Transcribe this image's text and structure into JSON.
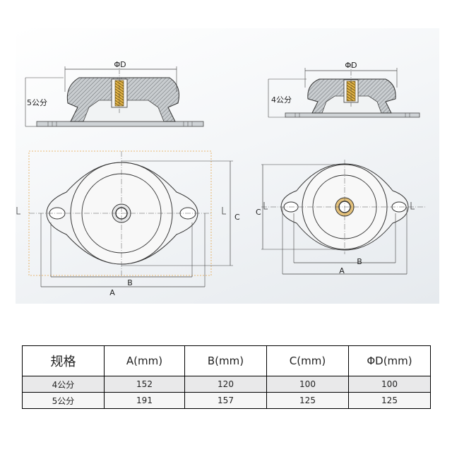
{
  "diagram": {
    "side_view_large": {
      "height_label": "5公分",
      "diameter_label": "ΦD"
    },
    "side_view_small": {
      "height_label": "4公分",
      "diameter_label": "ΦD"
    },
    "top_view_large": {
      "label_a": "A",
      "label_b": "B",
      "label_c": "C"
    },
    "top_view_small": {
      "label_a": "A",
      "label_b": "B",
      "label_c": "C"
    }
  },
  "spec_table": {
    "headers": [
      "规格",
      "A(mm)",
      "B(mm)",
      "C(mm)",
      "ΦD(mm)"
    ],
    "rows": [
      [
        "4公分",
        "152",
        "120",
        "100",
        "100"
      ],
      [
        "5公分",
        "191",
        "157",
        "125",
        "125"
      ]
    ]
  }
}
